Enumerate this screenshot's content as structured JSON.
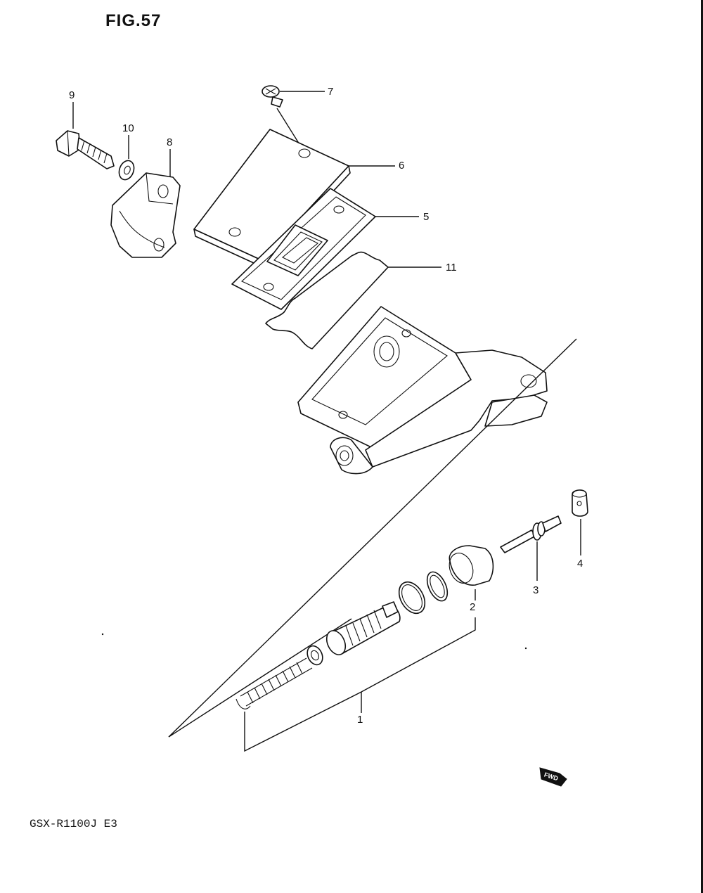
{
  "figure": {
    "title": "FIG.57",
    "model_code": "GSX-R1100J E3"
  },
  "callouts": {
    "c1": "1",
    "c2": "2",
    "c3": "3",
    "c4": "4",
    "c5": "5",
    "c6": "6",
    "c7": "7",
    "c8": "8",
    "c9": "9",
    "c10": "10",
    "c11": "11"
  },
  "fwd_indicator": {
    "label": "FWD"
  }
}
